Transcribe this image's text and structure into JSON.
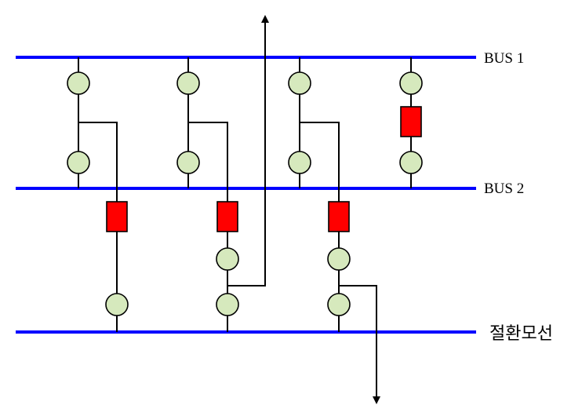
{
  "buses": [
    {
      "id": "bus1",
      "label": "BUS 1"
    },
    {
      "id": "bus2",
      "label": "BUS 2"
    },
    {
      "id": "transfer",
      "label": "절환모선"
    }
  ],
  "colors": {
    "bus": "#0000ff",
    "breaker": "#ff0000",
    "disconnector": "#d6e9bd",
    "wire": "#000000"
  },
  "bays": [
    {
      "name": "bay-1",
      "type": "transfer-bay"
    },
    {
      "name": "bay-2",
      "type": "feeder-bay-outgoing-up"
    },
    {
      "name": "bay-3",
      "type": "feeder-bay-outgoing-down"
    },
    {
      "name": "bay-4",
      "type": "bus-coupler"
    }
  ]
}
